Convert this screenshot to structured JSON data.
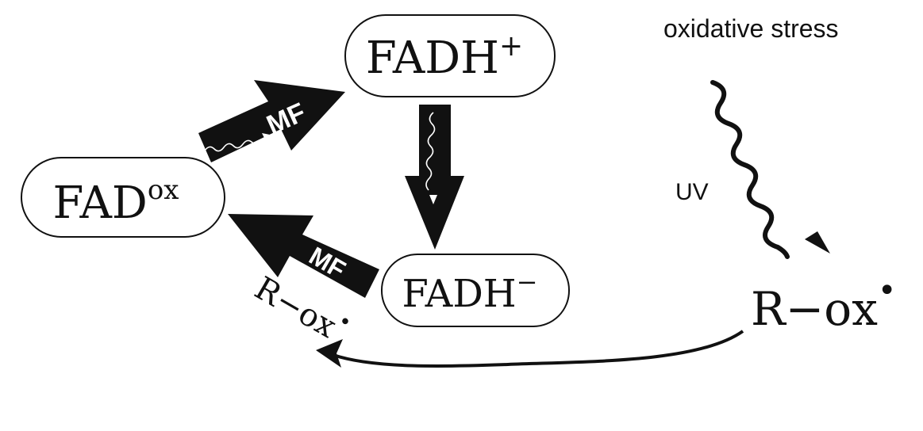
{
  "labels": {
    "oxidative_stress": "oxidative stress",
    "uv": "UV",
    "mf": "MF",
    "r_ox_prefix": "R",
    "r_ox_dash": "−",
    "r_ox_suffix": "ox",
    "r_ox_radical": "•"
  },
  "nodes": {
    "fadh_plus": {
      "base": "FADH",
      "superscript": "+"
    },
    "fad_ox": {
      "base": "FAD",
      "superscript": "ox"
    },
    "fadh_minus": {
      "base": "FADH",
      "superscript": "−"
    }
  },
  "colors": {
    "ink": "#111111",
    "background": "#ffffff",
    "arrow_fill": "#111111",
    "label_on_arrow": "#ffffff"
  }
}
